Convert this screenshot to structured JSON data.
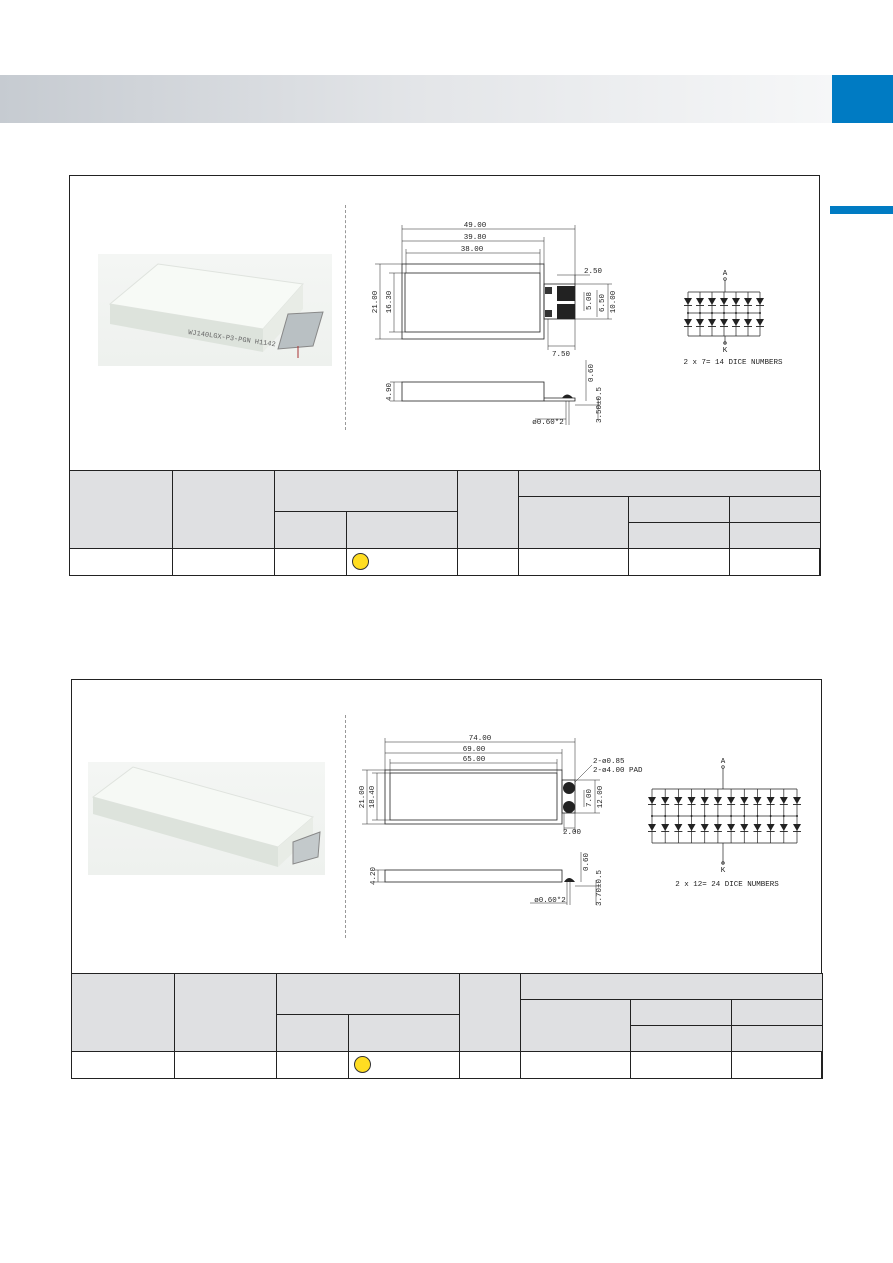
{
  "colors": {
    "accent": "#007bc3",
    "indicator": "#ffdd22",
    "table_header": "#dfe0e2"
  },
  "products": [
    {
      "photo_label": "WJ140LGX-P3-PGN H1142",
      "dims": {
        "d1": "49.00",
        "d2": "39.80",
        "d3": "38.00",
        "d4": "21.00",
        "d5": "16.30",
        "d6": "2.50",
        "d7": "5.08",
        "d8": "6.50",
        "d9": "10.00",
        "d10": "7.50",
        "d11": "4.90",
        "d12": "0.60",
        "d13": "3.50±0.5",
        "d14": "ø0.60*2"
      },
      "schematic": {
        "anode": "A",
        "cathode": "K",
        "per_row": 7,
        "rows": 2,
        "caption": "2 x 7= 14 DICE NUMBERS"
      }
    },
    {
      "dims": {
        "d1": "74.00",
        "d2": "69.00",
        "d3": "65.00",
        "d4": "21.00",
        "d5": "18.40",
        "d6": "2-ø0.85",
        "d7": "2-ø4.00 PAD",
        "d8": "7.00",
        "d9": "12.00",
        "d10": "2.00",
        "d11": "4.20",
        "d12": "0.60",
        "d13": "3.70±0.5",
        "d14": "ø0.60*2"
      },
      "schematic": {
        "anode": "A",
        "cathode": "K",
        "per_row": 12,
        "rows": 2,
        "caption": "2 x 12= 24 DICE NUMBERS"
      }
    }
  ]
}
